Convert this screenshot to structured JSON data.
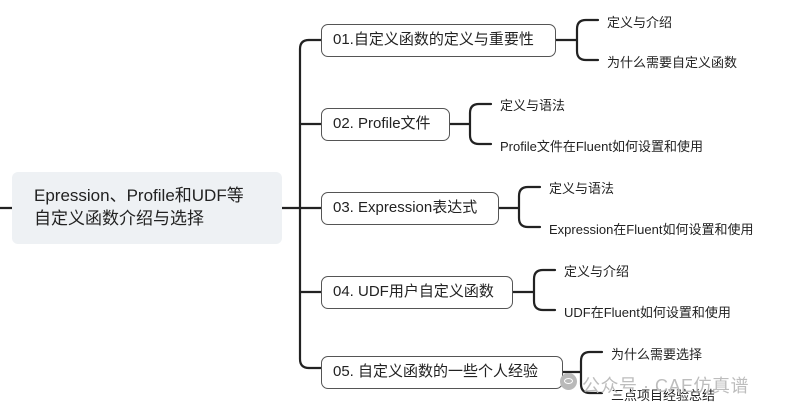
{
  "root": {
    "line1": "Epression、Profile和UDF等",
    "line2": "自定义函数介绍与选择"
  },
  "branches": [
    {
      "label": "01.自定义函数的定义与重要性",
      "children": [
        "定义与介绍",
        "为什么需要自定义函数"
      ]
    },
    {
      "label": "02. Profile文件",
      "children": [
        "定义与语法",
        "Profile文件在Fluent如何设置和使用"
      ]
    },
    {
      "label": "03. Expression表达式",
      "children": [
        "定义与语法",
        "Expression在Fluent如何设置和使用"
      ]
    },
    {
      "label": "04. UDF用户自定义函数",
      "children": [
        "定义与介绍",
        "UDF在Fluent如何设置和使用"
      ]
    },
    {
      "label": "05. 自定义函数的一些个人经验",
      "children": [
        "为什么需要选择",
        "三点项目经验总结"
      ]
    }
  ],
  "watermark": {
    "text": "公众号 · CAE仿真谱"
  },
  "colors": {
    "line": "#222222",
    "node_border": "#555555",
    "root_bg": "#eef1f4"
  }
}
